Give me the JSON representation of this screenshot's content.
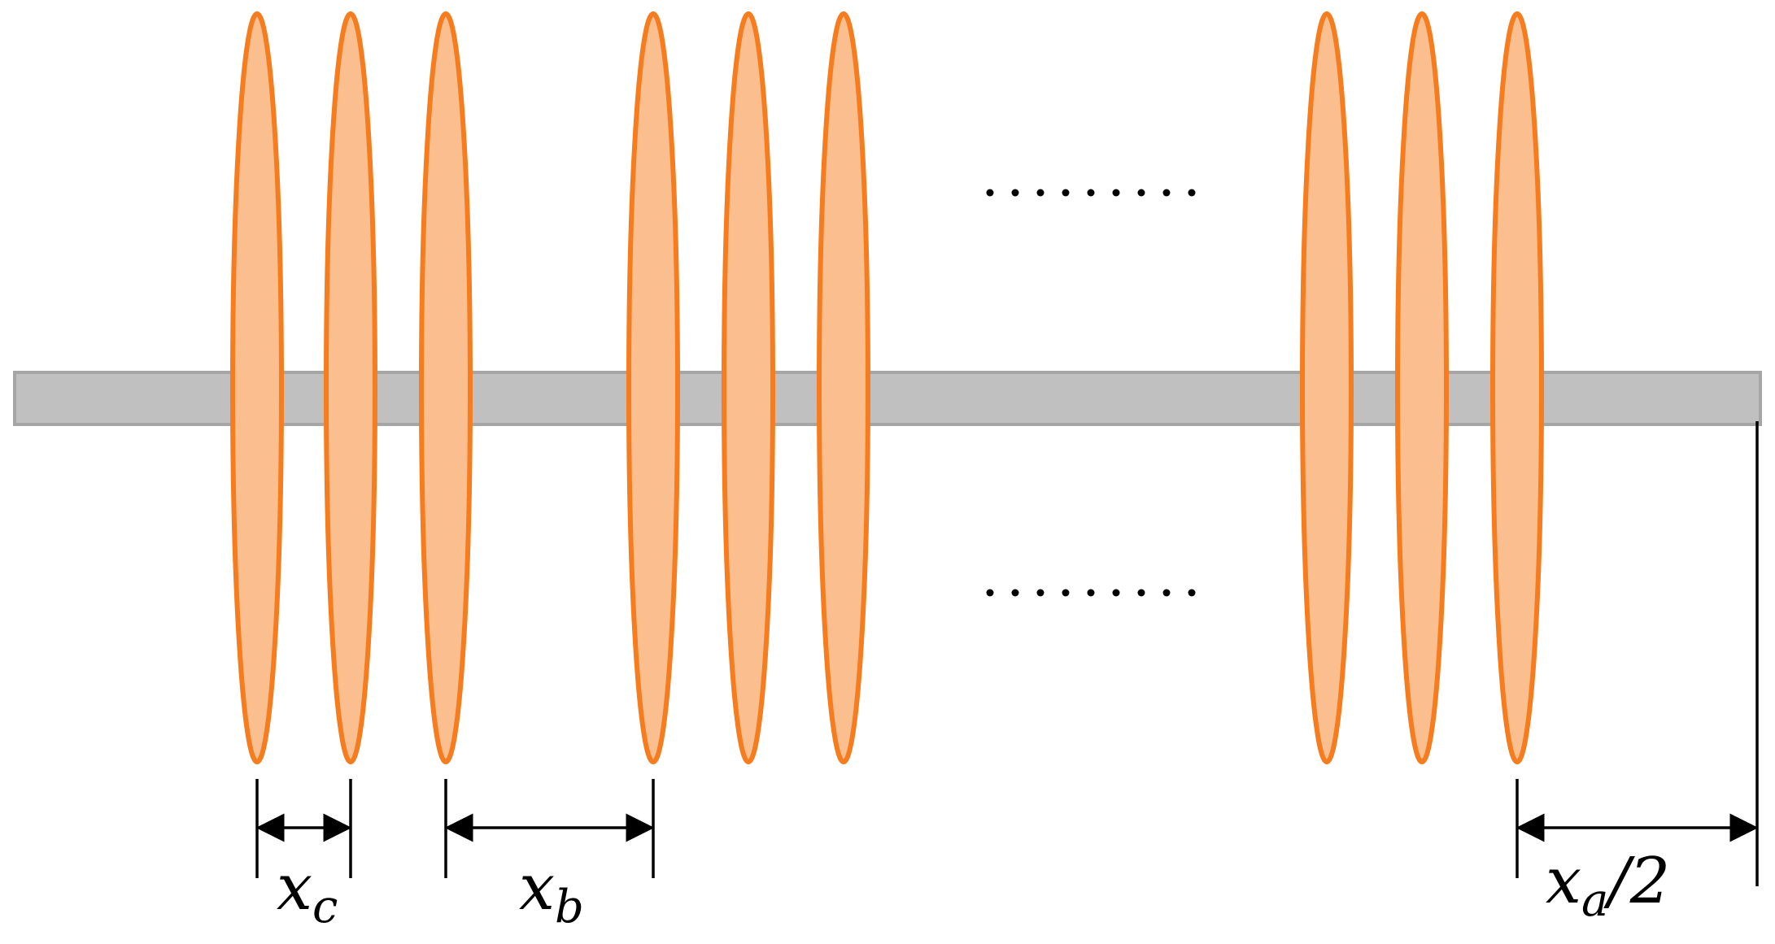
{
  "colors": {
    "background": "#ffffff",
    "shaft_fill": "#c0c0c0",
    "shaft_stroke": "#a6a6a6",
    "disk_fill": "#fbbf8f",
    "disk_stroke": "#f57c1f",
    "line": "#000000"
  },
  "diagram": {
    "disk_groups": [
      {
        "name": "left-group",
        "disk_count": 3
      },
      {
        "name": "middle-group",
        "disk_count": 3
      },
      {
        "name": "right-group",
        "disk_count": 3
      }
    ],
    "ellipsis_rows": [
      {
        "name": "upper-ellipsis",
        "text": "........."
      },
      {
        "name": "lower-ellipsis",
        "text": "........."
      }
    ],
    "dimensions": [
      {
        "name": "xc-dimension",
        "main": "x",
        "sub": "c",
        "suffix": ""
      },
      {
        "name": "xb-dimension",
        "main": "x",
        "sub": "b",
        "suffix": ""
      },
      {
        "name": "xa-half-dimension",
        "main": "x",
        "sub": "a",
        "suffix": "/2"
      }
    ]
  }
}
